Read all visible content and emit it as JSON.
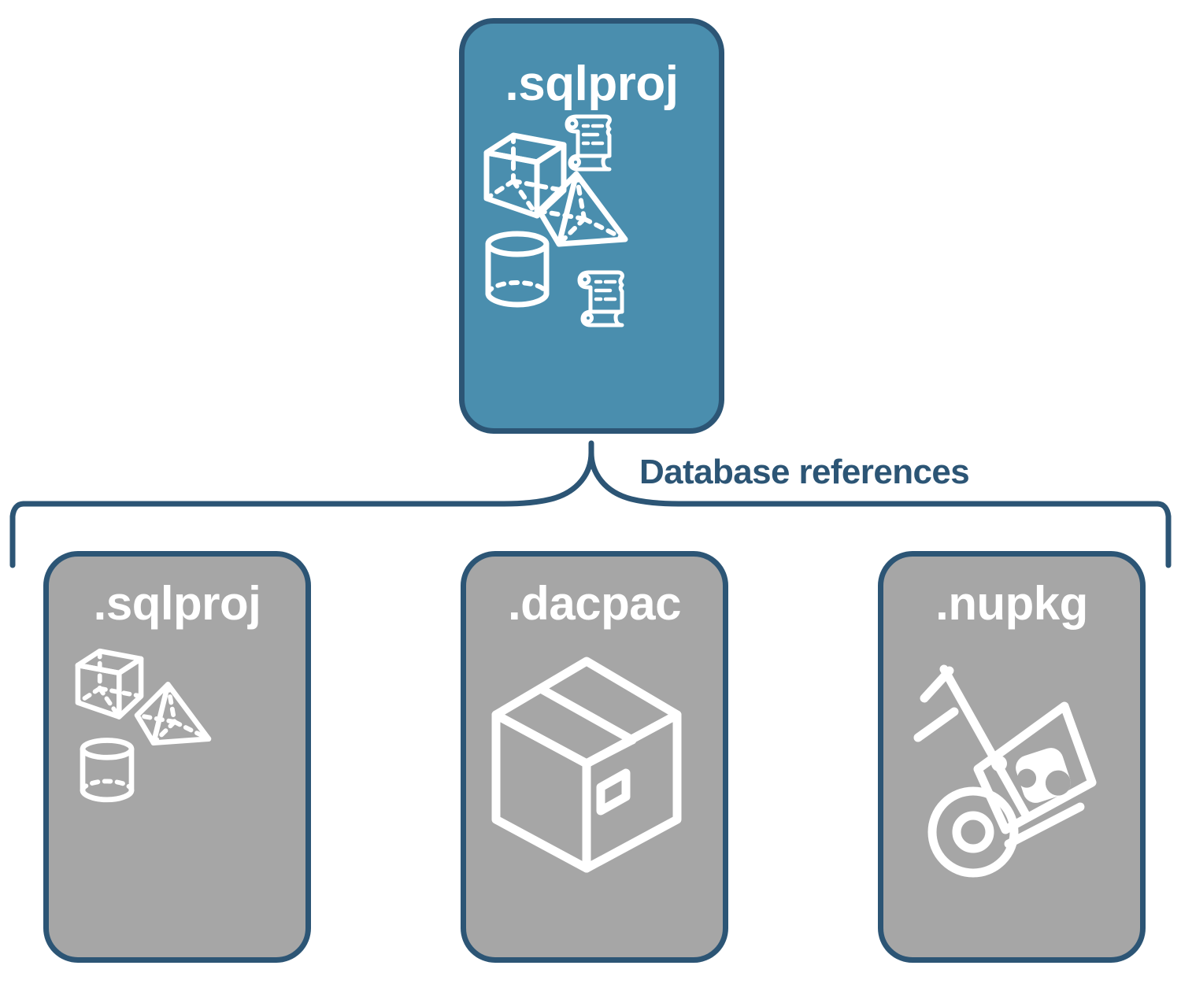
{
  "diagram": {
    "title_parent": ".sqlproj",
    "connector_label": "Database references",
    "colors": {
      "parent_fill": "#4a8eae",
      "child_fill": "#a6a6a6",
      "border": "#2c5575",
      "label_text": "#2c5575",
      "icon_stroke": "#ffffff",
      "background": "#ffffff"
    },
    "parent": {
      "label": ".sqlproj",
      "icons": [
        "cube-icon",
        "scroll-icon",
        "pyramid-icon",
        "cylinder-icon",
        "scroll-icon"
      ]
    },
    "children": [
      {
        "label": ".sqlproj",
        "icons": [
          "cube-icon",
          "pyramid-icon",
          "cylinder-icon"
        ]
      },
      {
        "label": ".dacpac",
        "icons": [
          "shipping-box-icon"
        ]
      },
      {
        "label": ".nupkg",
        "icons": [
          "hand-truck-icon",
          "nuget-package-icon"
        ]
      }
    ]
  }
}
